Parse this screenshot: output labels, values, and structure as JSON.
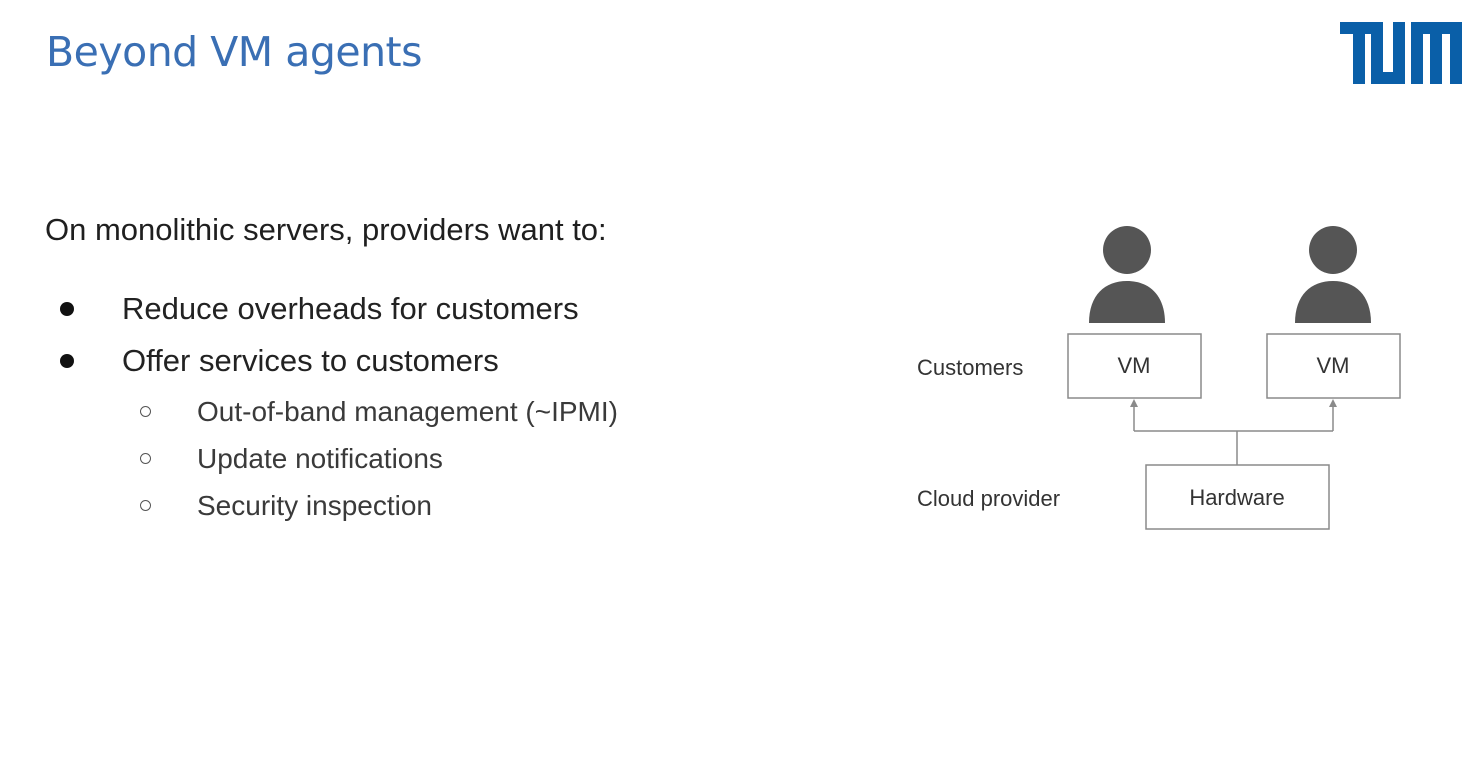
{
  "slide": {
    "title": "Beyond VM agents",
    "logo_text": "TUM",
    "brand_color": "#3a6fb4"
  },
  "content": {
    "intro": "On monolithic servers, providers want to:",
    "bullets": [
      "Reduce overheads for customers",
      "Offer services to customers"
    ],
    "sub_bullets": [
      "Out-of-band management (~IPMI)",
      "Update notifications",
      "Security inspection"
    ]
  },
  "diagram": {
    "customers_label": "Customers",
    "provider_label": "Cloud provider",
    "vm_left": "VM",
    "vm_right": "VM",
    "hardware": "Hardware",
    "user_icon_color": "#555555"
  }
}
